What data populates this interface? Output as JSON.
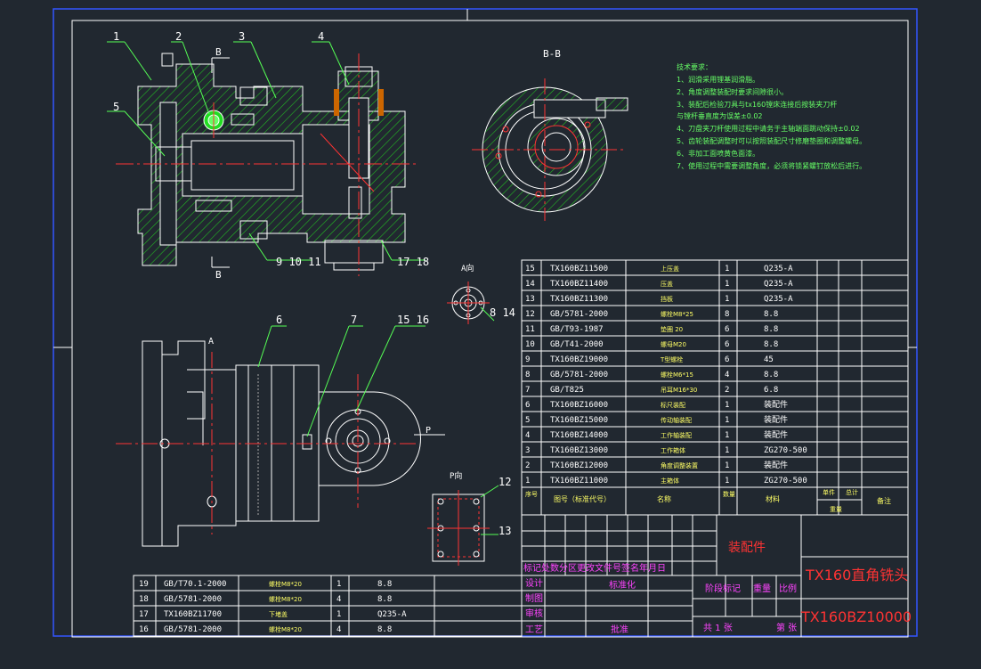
{
  "colors": {
    "background": "#212830",
    "line": "#ffffff",
    "hatch": "#22bb22",
    "center": "#ff3333",
    "leader": "#55ff55",
    "yellow": "#ffff66",
    "magenta": "#ff44ff",
    "title_red": "#ff3333"
  },
  "section_labels": {
    "b_top": "B",
    "b_bottom": "B",
    "section_bb": "B-B",
    "a_view": "A向",
    "a_marker": "A",
    "p_view": "P向",
    "p_marker": "P"
  },
  "callouts": [
    "1",
    "2",
    "3",
    "4",
    "5",
    "9 10 11",
    "17 18",
    "6",
    "7",
    "15 16",
    "8 14",
    "12",
    "13"
  ],
  "tech_requirements": {
    "heading": "技术要求：",
    "items": [
      "1、润滑采用锂基润滑脂。",
      "2、角度调整装配时要求间隙很小。",
      "3、装配后检验刀具与tx160镗床连接后按装夹刀杆",
      "   与镗杆垂直度为误差±0.02",
      "4、刀盘夹刀杆使用过程中请务于主轴端面跳动保持±0.02",
      "5、齿轮装配调整时可以按照装配尺寸修磨垫圈和调整螺母。",
      "6、非加工面喷黄色面漆。",
      "7、使用过程中需要调整角度，必须将锁紧螺钉放松后进行。"
    ]
  },
  "bom_rows": [
    {
      "no": "15",
      "code": "TX160BZ11500",
      "name": "上压盖",
      "qty": "1",
      "material": "Q235-A"
    },
    {
      "no": "14",
      "code": "TX160BZ11400",
      "name": "压盖",
      "qty": "1",
      "material": "Q235-A"
    },
    {
      "no": "13",
      "code": "TX160BZ11300",
      "name": "挡板",
      "qty": "1",
      "material": "Q235-A"
    },
    {
      "no": "12",
      "code": "GB/5781-2000",
      "name": "螺栓M8*25",
      "qty": "8",
      "material": "8.8"
    },
    {
      "no": "11",
      "code": "GB/T93-1987",
      "name": "垫圈 20",
      "qty": "6",
      "material": "8.8"
    },
    {
      "no": "10",
      "code": "GB/T41-2000",
      "name": "螺母M20",
      "qty": "6",
      "material": "8.8"
    },
    {
      "no": "9",
      "code": "TX160BZ19000",
      "name": "T型螺栓",
      "qty": "6",
      "material": "45"
    },
    {
      "no": "8",
      "code": "GB/5781-2000",
      "name": "螺栓M6*15",
      "qty": "4",
      "material": "8.8"
    },
    {
      "no": "7",
      "code": "GB/T825",
      "name": "吊耳M16*30",
      "qty": "2",
      "material": "6.8"
    },
    {
      "no": "6",
      "code": "TX160BZ16000",
      "name": "标尺装配",
      "qty": "1",
      "material": "装配件"
    },
    {
      "no": "5",
      "code": "TX160BZ15000",
      "name": "传动轴装配",
      "qty": "1",
      "material": "装配件"
    },
    {
      "no": "4",
      "code": "TX160BZ14000",
      "name": "工作轴装配",
      "qty": "1",
      "material": "装配件"
    },
    {
      "no": "3",
      "code": "TX160BZ13000",
      "name": "工作箱体",
      "qty": "1",
      "material": "ZG270-500"
    },
    {
      "no": "2",
      "code": "TX160BZ12000",
      "name": "角度调整装置",
      "qty": "1",
      "material": "装配件"
    },
    {
      "no": "1",
      "code": "TX160BZ11000",
      "name": "主箱体",
      "qty": "1",
      "material": "ZG270-500"
    }
  ],
  "bom_header": {
    "no": "序号",
    "code": "图号（标准代号）",
    "name": "名称",
    "qty": "数量",
    "material": "材料",
    "unit_weight": "单件",
    "total_weight": "总计",
    "weight": "重量",
    "remark": "备注"
  },
  "lower_bom_rows": [
    {
      "no": "19",
      "code": "GB/T70.1-2000",
      "name": "螺栓M8*20",
      "qty": "1",
      "material": "8.8"
    },
    {
      "no": "18",
      "code": "GB/5781-2000",
      "name": "螺栓M8*20",
      "qty": "4",
      "material": "8.8"
    },
    {
      "no": "17",
      "code": "TX160BZ11700",
      "name": "下堵盖",
      "qty": "1",
      "material": "Q235-A"
    },
    {
      "no": "16",
      "code": "GB/5781-2000",
      "name": "螺栓M8*20",
      "qty": "4",
      "material": "8.8"
    }
  ],
  "title_block": {
    "rev_header": "标记处数分区更改文件号签名年月日",
    "roles": [
      "设计",
      "制图",
      "审核",
      "工艺"
    ],
    "standardize": "标准化",
    "approve": "批准",
    "assembly": "装配件",
    "stage_labels": [
      "阶段标记",
      "重量",
      "比例"
    ],
    "sheets": "共 1 张",
    "sheet_no": "第 张",
    "product_name": "TX160直角铣头",
    "drawing_no": "TX160BZ10000"
  }
}
